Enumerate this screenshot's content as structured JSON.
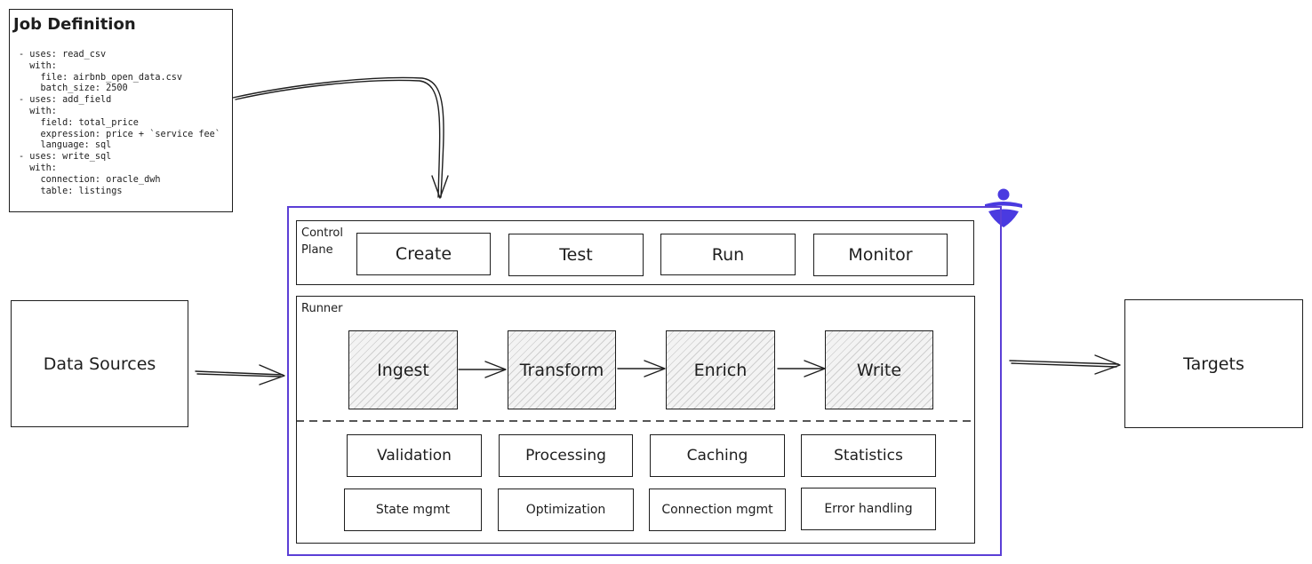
{
  "job_definition": {
    "title": "Job Definition",
    "code": "- uses: read_csv\n  with:\n    file: airbnb_open_data.csv\n    batch_size: 2500\n- uses: add_field\n  with:\n    field: total_price\n    expression: price + `service fee`\n    language: sql\n- uses: write_sql\n  with:\n    connection: oracle_dwh\n    table: listings"
  },
  "data_sources": {
    "label": "Data Sources"
  },
  "targets": {
    "label": "Targets"
  },
  "platform": {
    "accent_color": "#5b3fd6",
    "control_plane": {
      "label_line1": "Control",
      "label_line2": "Plane",
      "actions": [
        "Create",
        "Test",
        "Run",
        "Monitor"
      ]
    },
    "runner": {
      "label": "Runner",
      "pipeline": [
        "Ingest",
        "Transform",
        "Enrich",
        "Write"
      ],
      "capabilities_row1": [
        "Validation",
        "Processing",
        "Caching",
        "Statistics"
      ],
      "capabilities_row2": [
        "State mgmt",
        "Optimization",
        "Connection mgmt",
        "Error handling"
      ]
    }
  },
  "icons": {
    "logo": "mascot-logo-icon"
  }
}
